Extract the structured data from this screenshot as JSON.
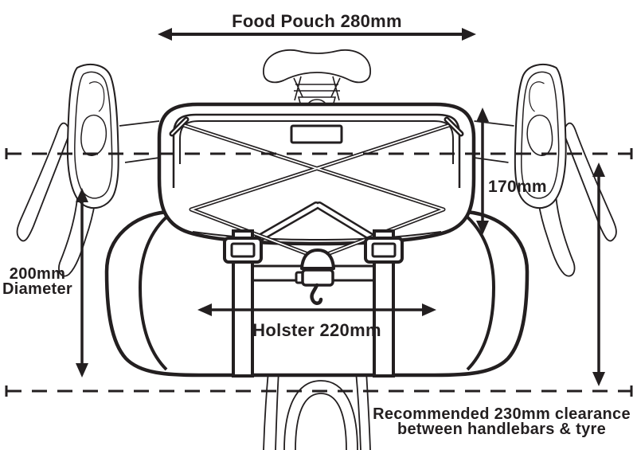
{
  "page": {
    "title": "Handlebar food pouch & holster fitting diagram"
  },
  "colors": {
    "ink": "#231f20",
    "background": "#ffffff"
  },
  "annotations": {
    "food_pouch_width": {
      "label": "Food Pouch 280mm"
    },
    "pouch_height": {
      "label": "170mm"
    },
    "holster_diameter": {
      "line1": "200mm",
      "line2": "Diameter"
    },
    "holster_width": {
      "label": "Holster 220mm"
    },
    "clearance": {
      "line1": "Recommended 230mm clearance",
      "line2": "between handlebars & tyre"
    }
  }
}
